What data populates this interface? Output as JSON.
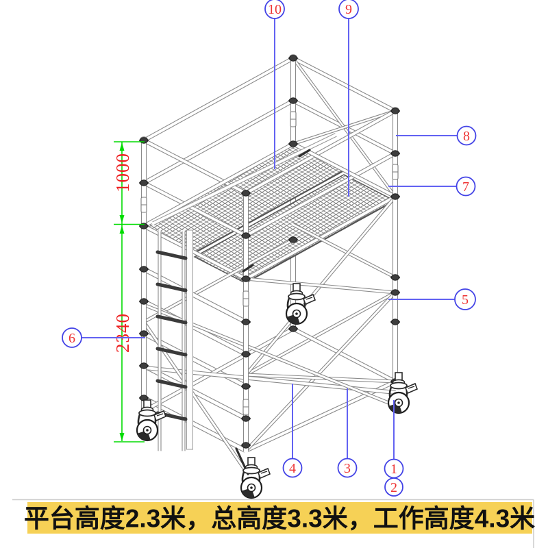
{
  "banner": {
    "text": "平台高度2.3米，总高度3.3米，工作高度4.3米",
    "bg_color": "#f6d156",
    "text_color": "#111111"
  },
  "dimensions": {
    "items": [
      {
        "label": "1000"
      },
      {
        "label": "2340"
      }
    ],
    "line_color": "#00dc00",
    "text_color": "#ee2222"
  },
  "callouts": {
    "items": [
      {
        "label": "10"
      },
      {
        "label": "9"
      },
      {
        "label": "8"
      },
      {
        "label": "7"
      },
      {
        "label": "5"
      },
      {
        "label": "6"
      },
      {
        "label": "4"
      },
      {
        "label": "3"
      },
      {
        "label": "1"
      },
      {
        "label": "2"
      }
    ],
    "circle_color": "#4343e6",
    "number_color": "#ee3333",
    "leader_color": "#6262f2"
  },
  "drawing": {
    "line_color": "#8a8a8a",
    "dark_color": "#2e2e2e",
    "deck_edge_color": "#555555",
    "frame_line_color": "#cbcbcb",
    "background": "#ffffff"
  }
}
